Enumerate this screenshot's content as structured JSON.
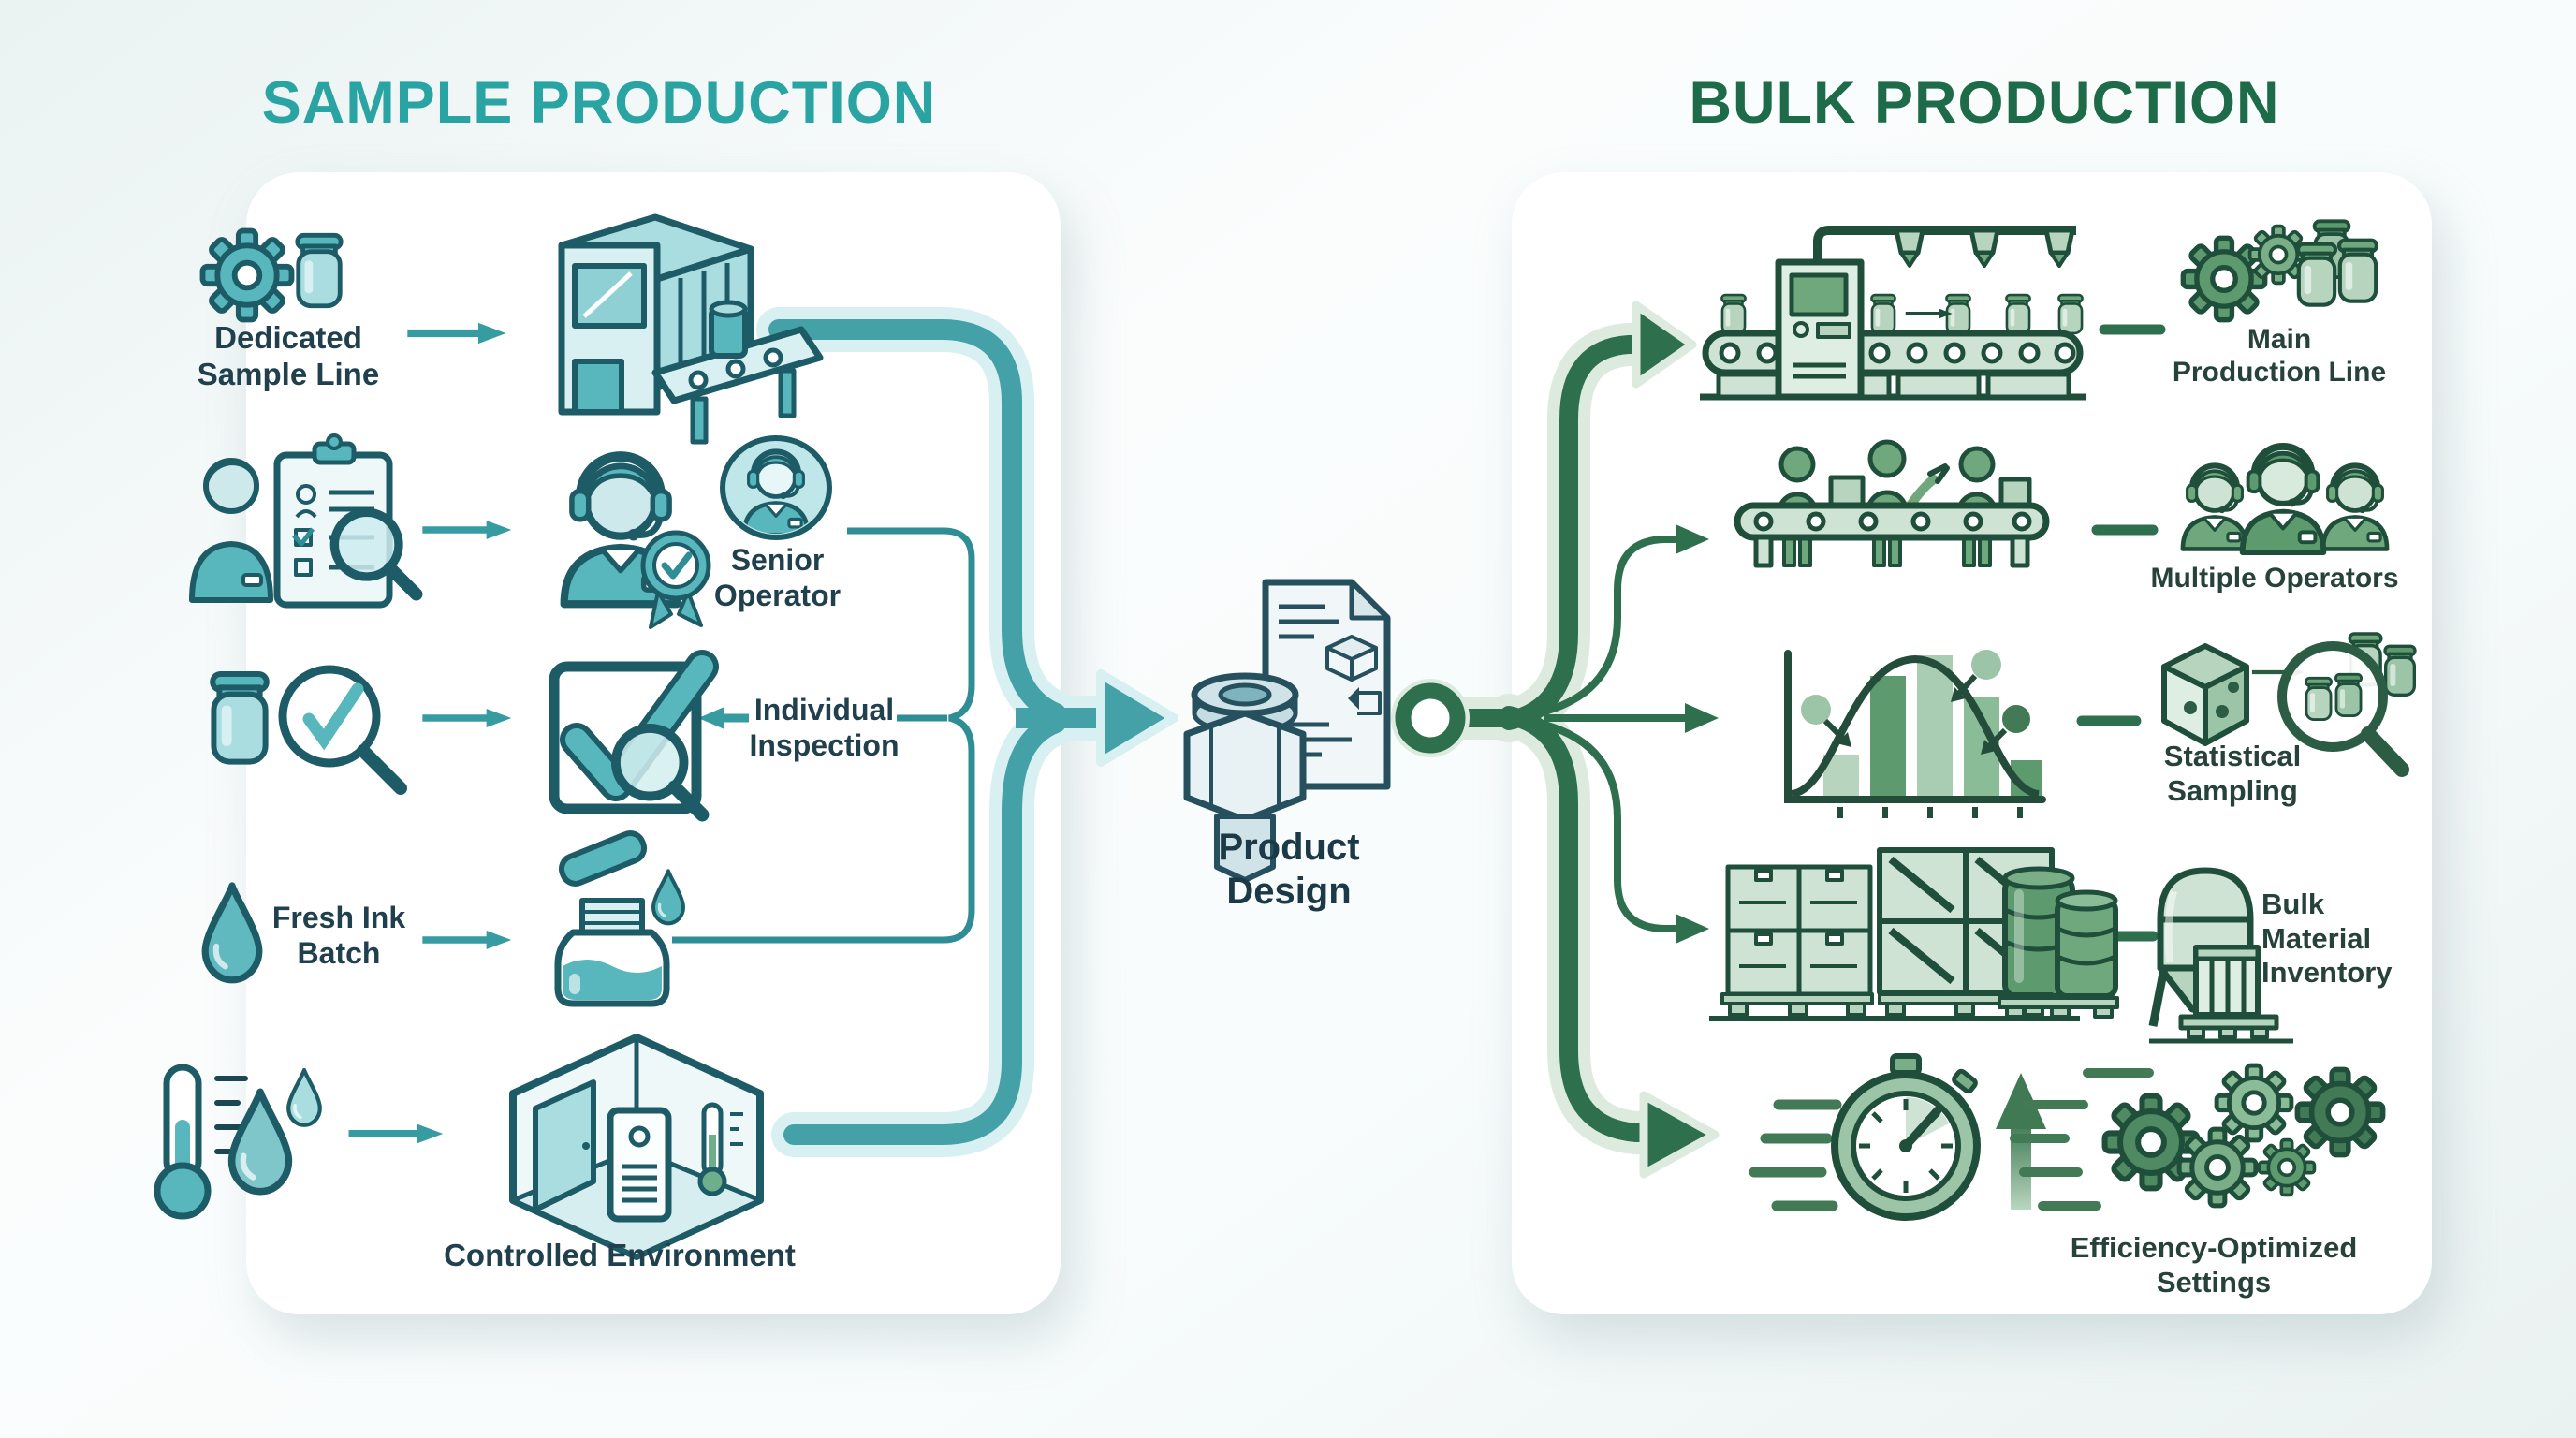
{
  "left_panel": {
    "title": "SAMPLE PRODUCTION",
    "accent_color": "#2aa4a2",
    "rows": [
      {
        "label": "Dedicated\nSample Line",
        "icons": [
          "gear-icon",
          "jar-icon",
          "arrow-right-icon",
          "sample-machine-icon"
        ]
      },
      {
        "label": "Senior\nOperator",
        "icons": [
          "person-icon",
          "clipboard-checklist-icon",
          "arrow-right-icon",
          "operator-badge-icon",
          "senior-operator-avatar-icon"
        ]
      },
      {
        "label": "Individual\nInspection",
        "icons": [
          "jar-icon",
          "magnifier-check-icon",
          "arrow-right-icon",
          "inspection-check-icon",
          "arrow-left-icon"
        ]
      },
      {
        "label": "Fresh Ink\nBatch",
        "icons": [
          "droplet-icon",
          "arrow-right-icon",
          "ink-jar-icon"
        ]
      },
      {
        "label": "Controlled Environment",
        "icons": [
          "thermometer-icon",
          "droplets-icon",
          "arrow-right-icon",
          "controlled-room-icon"
        ]
      }
    ]
  },
  "center": {
    "label": "Product\nDesign",
    "icons": [
      "blueprint-document-icon",
      "machined-part-icon",
      "junction-node-icon"
    ]
  },
  "right_panel": {
    "title": "BULK PRODUCTION",
    "accent_color": "#1d6b48",
    "rows": [
      {
        "label": "Main\nProduction Line",
        "icons": [
          "bulk-production-line-icon",
          "gears-jars-icon"
        ]
      },
      {
        "label": "Multiple Operators",
        "icons": [
          "assembly-line-icon",
          "multiple-operators-icon"
        ]
      },
      {
        "label": "Statistical\nSampling",
        "icons": [
          "sampling-chart-icon",
          "dice-magnifier-icon"
        ]
      },
      {
        "label": "Bulk\nMaterial\nInventory",
        "icons": [
          "bulk-inventory-icon",
          "silo-pallet-icon"
        ]
      },
      {
        "label": "Efficiency-Optimized\nSettings",
        "icons": [
          "stopwatch-icon",
          "up-arrow-icon",
          "efficiency-gears-icon"
        ]
      }
    ]
  },
  "colors": {
    "teal_line": "#44a1a8",
    "teal_glow": "#d8f0f1",
    "green_line": "#2e6f4e",
    "green_glow": "#ddebdf",
    "label_dark": "#21404d",
    "background": "#f2f8f8",
    "card": "#ffffff"
  }
}
